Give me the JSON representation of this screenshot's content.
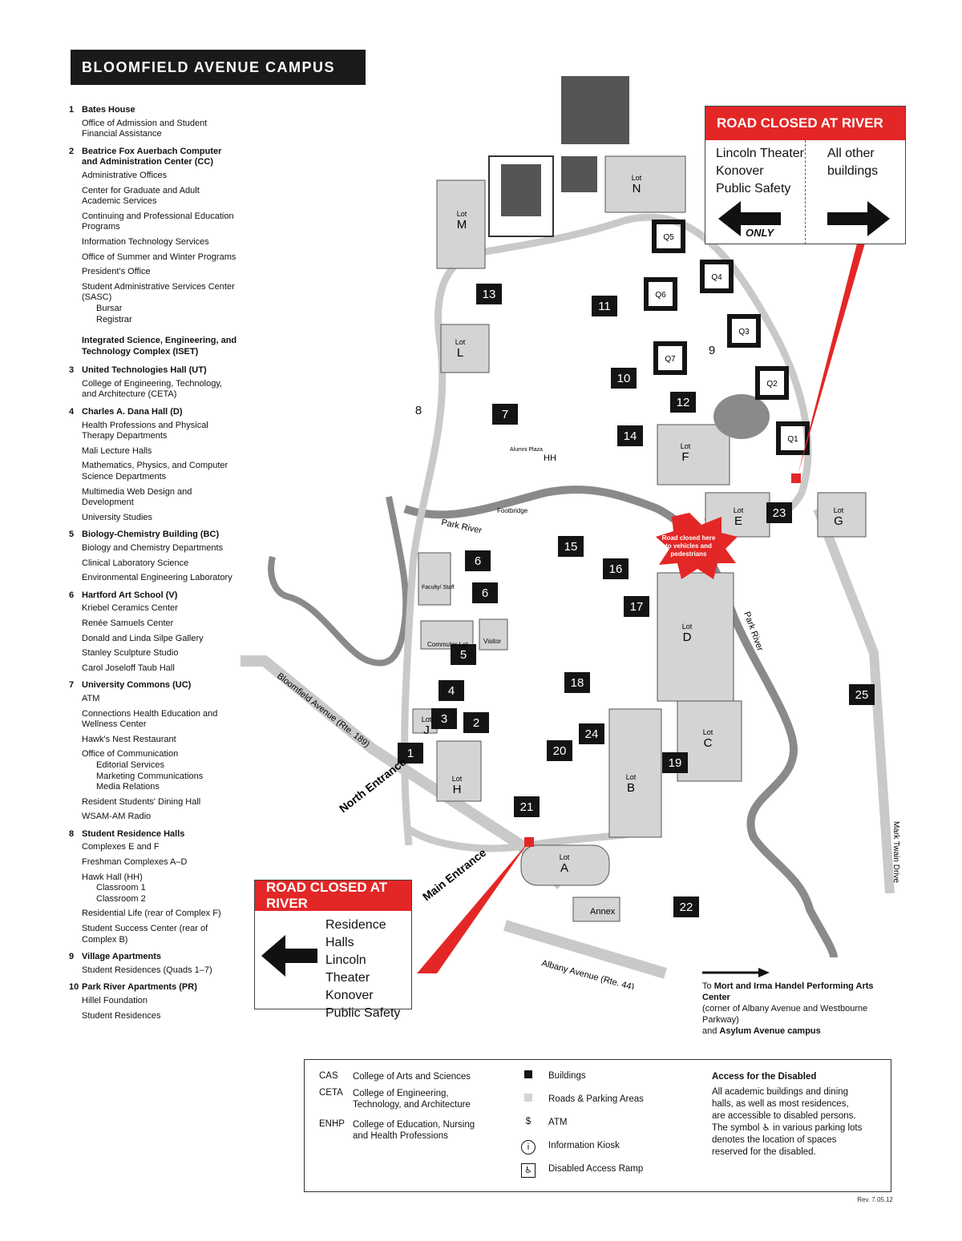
{
  "title": "BLOOMFIELD AVENUE CAMPUS",
  "directory": [
    {
      "num": "1",
      "name": "Bates House",
      "items": [
        "Office of Admission and Student Financial Assistance"
      ]
    },
    {
      "num": "2",
      "name": "Beatrice Fox Auerbach Computer and Administration Center (CC)",
      "items": [
        "Administrative Offices",
        "Center for Graduate and Adult Academic Services",
        "Continuing and Professional Education Programs",
        "Information Technology Services",
        "Office of Summer and Winter Programs",
        "President's Office",
        "Student Administrative Services Center (SASC)"
      ],
      "subitems": [
        "Bursar",
        "Registrar"
      ]
    },
    {
      "num": "",
      "name": "Integrated Science, Engineering, and Technology Complex (ISET)",
      "items": []
    },
    {
      "num": "3",
      "name": "United Technologies Hall (UT)",
      "items": [
        "College of Engineering, Technology, and Architecture (CETA)"
      ]
    },
    {
      "num": "4",
      "name": "Charles A. Dana Hall (D)",
      "items": [
        "Health Professions and Physical Therapy Departments",
        "Mali Lecture Halls",
        "Mathematics, Physics, and Computer Science Departments",
        "Multimedia Web Design and Development",
        "University Studies"
      ]
    },
    {
      "num": "5",
      "name": "Biology-Chemistry Building (BC)",
      "items": [
        "Biology and Chemistry Departments",
        "Clinical Laboratory Science",
        "Environmental Engineering Laboratory"
      ]
    },
    {
      "num": "6",
      "name": "Hartford Art School (V)",
      "items": [
        "Kriebel Ceramics Center",
        "Renée Samuels Center",
        "Donald and Linda Silpe Gallery",
        "Stanley Sculpture Studio",
        "Carol Joseloff Taub Hall"
      ]
    },
    {
      "num": "7",
      "name": "University Commons (UC)",
      "items": [
        "ATM",
        "Connections Health Education and Wellness Center",
        "Hawk's Nest Restaurant",
        "Office of Communication"
      ],
      "subitems": [
        "Editorial Services",
        "Marketing Communications",
        "Media Relations"
      ],
      "items_after": [
        "Resident Students' Dining Hall",
        "WSAM-AM Radio"
      ]
    },
    {
      "num": "8",
      "name": "Student Residence Halls",
      "items": [
        "Complexes E and F",
        "Freshman Complexes A–D",
        "Hawk Hall (HH)"
      ],
      "subitems": [
        "Classroom 1",
        "Classroom 2"
      ],
      "items_after": [
        "Residential Life (rear of Complex F)",
        "Student Success Center (rear of Complex B)"
      ]
    },
    {
      "num": "9",
      "name": "Village Apartments",
      "items": [
        "Student Residences (Quads 1–7)"
      ]
    },
    {
      "num": "10",
      "name": "Park River Apartments (PR)",
      "items": [
        "Hillel Foundation",
        "Student Residences"
      ]
    }
  ],
  "callout_top": {
    "heading": "ROAD CLOSED AT RIVER",
    "left_lines": [
      "Lincoln Theater",
      "Konover",
      "Public Safety"
    ],
    "left_note": "ONLY",
    "right_lines": [
      "All other",
      "buildings"
    ]
  },
  "callout_bottom": {
    "heading": "ROAD CLOSED AT RIVER",
    "lines": [
      "Residence Halls",
      "Lincoln Theater",
      "Konover",
      "Public Safety"
    ]
  },
  "river_burst": "Road closed here to vehicles and pedestrians",
  "map_labels": {
    "park_river": "Park River",
    "park_river_2": "Park River",
    "bloomfield_ave": "Bloomfield Avenue (Rte. 189)",
    "albany_ave": "Albany Avenue (Rte. 44)",
    "mark_twain": "Mark Twain Drive",
    "north_entrance": "North Entrance",
    "main_entrance": "Main Entrance",
    "footbridge": "Footbridge",
    "alumni_plaza": "Alumni Plaza",
    "faculty_staff": "Faculty/ Staff",
    "commuter_lot": "Commuter Lot",
    "visitor": "Visitor",
    "annex": "Annex",
    "hh": "HH"
  },
  "lots": [
    "Lot M",
    "Lot N",
    "Lot L",
    "Lot F",
    "Lot E",
    "Lot G",
    "Lot D",
    "Lot C",
    "Lot B",
    "Lot H",
    "Lot J",
    "Lot A"
  ],
  "buildings": [
    "1",
    "2",
    "3",
    "4",
    "5",
    "6",
    "6",
    "7",
    "8",
    "9",
    "10",
    "11",
    "12",
    "13",
    "14",
    "15",
    "16",
    "17",
    "18",
    "19",
    "20",
    "21",
    "22",
    "23",
    "24",
    "25"
  ],
  "quads": [
    "Q1",
    "Q2",
    "Q3",
    "Q4",
    "Q5",
    "Q6",
    "Q7"
  ],
  "legend": {
    "abbrevs": [
      {
        "abbr": "CAS",
        "full": "College of Arts and Sciences"
      },
      {
        "abbr": "CETA",
        "full": "College of Engineering, Technology, and Architecture"
      },
      {
        "abbr": "ENHP",
        "full": "College of Education, Nursing and Health Professions"
      }
    ],
    "symbols": [
      {
        "icon": "building-swatch",
        "label": "Buildings"
      },
      {
        "icon": "road-swatch",
        "label": "Roads & Parking Areas"
      },
      {
        "icon": "atm-symbol",
        "label": "ATM"
      },
      {
        "icon": "info-icon",
        "label": "Information Kiosk"
      },
      {
        "icon": "accessible-icon",
        "label": "Disabled Access Ramp"
      }
    ],
    "access_title": "Access for the Disabled",
    "access_text": "All academic buildings and dining halls, as well as most residences, are accessible to disabled persons. The symbol ♿ in various parking lots denotes the location of spaces reserved for the disabled."
  },
  "note_line1_prefix": "To ",
  "note_line1_bold": "Mort and Irma Handel Performing Arts Center",
  "note_line2": "(corner of Albany Avenue and Westbourne Parkway)",
  "note_line3_prefix": "and ",
  "note_line3_bold": "Asylum Avenue campus",
  "revision": "Rev. 7.05.12",
  "colors": {
    "red": "#e32726",
    "building": "#141414",
    "road": "#d4d4d4",
    "river": "#8a8a8a"
  }
}
